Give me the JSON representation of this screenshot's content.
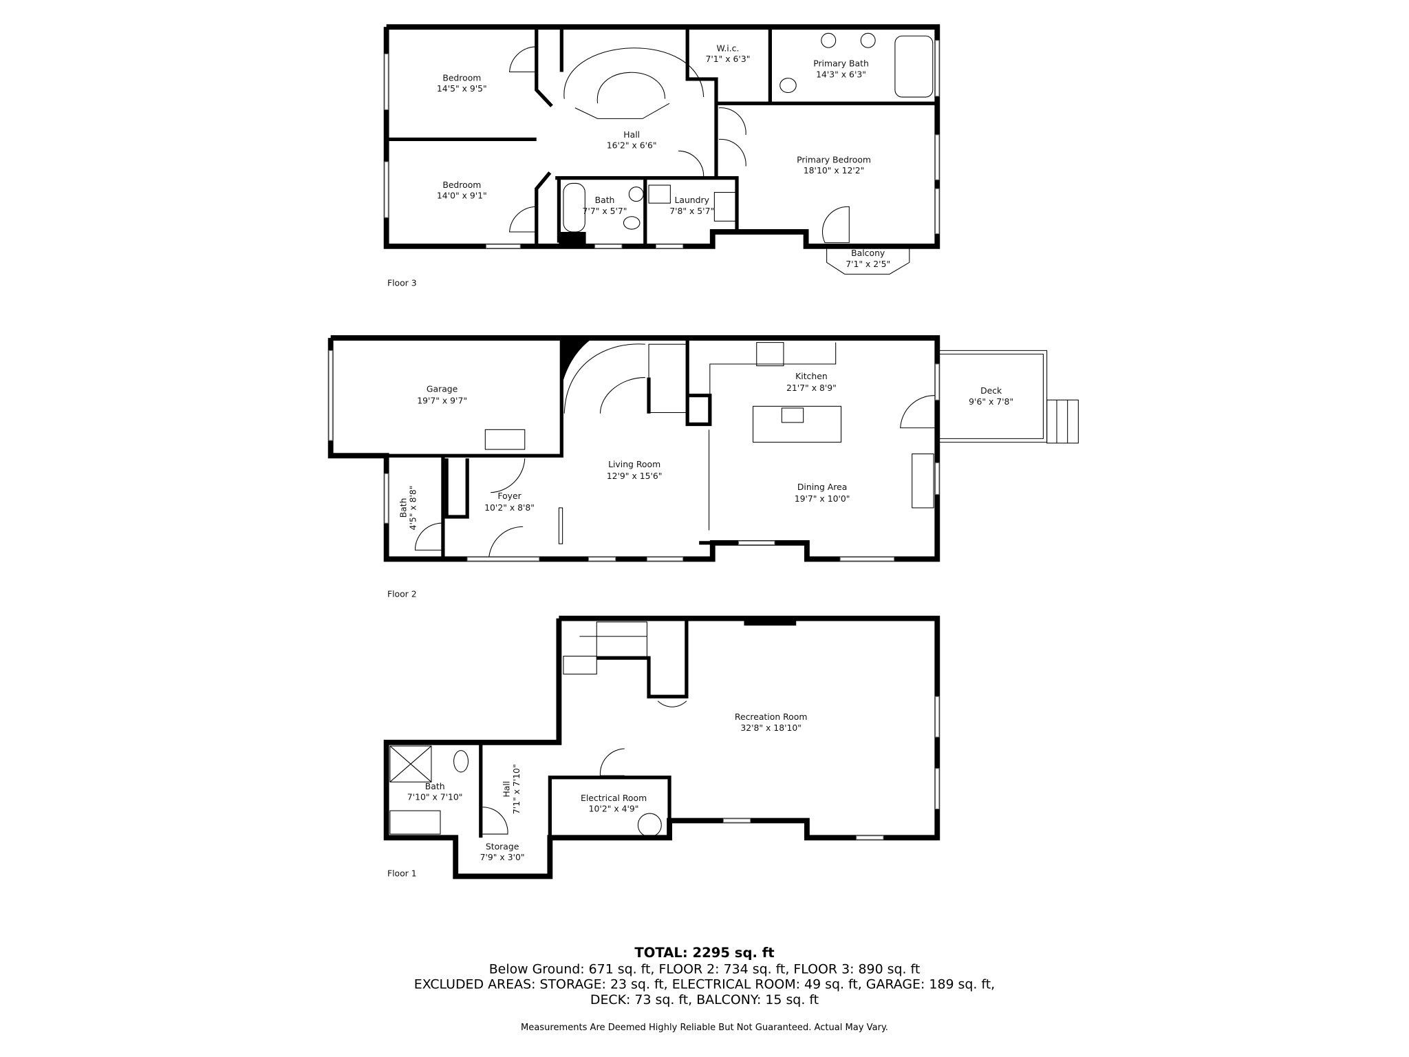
{
  "floors": {
    "floor3": {
      "label": "Floor 3",
      "rooms": [
        {
          "name": "Bedroom",
          "dims": "14'5\" x 9'5\""
        },
        {
          "name": "Bedroom",
          "dims": "14'0\" x 9'1\""
        },
        {
          "name": "Hall",
          "dims": "16'2\" x 6'6\""
        },
        {
          "name": "W.i.c.",
          "dims": "7'1\" x 6'3\""
        },
        {
          "name": "Primary Bath",
          "dims": "14'3\" x 6'3\""
        },
        {
          "name": "Primary Bedroom",
          "dims": "18'10\" x 12'2\""
        },
        {
          "name": "Bath",
          "dims": "7'7\" x 5'7\""
        },
        {
          "name": "Laundry",
          "dims": "7'8\" x 5'7\""
        },
        {
          "name": "Balcony",
          "dims": "7'1\" x 2'5\""
        }
      ]
    },
    "floor2": {
      "label": "Floor 2",
      "rooms": [
        {
          "name": "Garage",
          "dims": "19'7\" x 9'7\""
        },
        {
          "name": "Kitchen",
          "dims": "21'7\" x 8'9\""
        },
        {
          "name": "Deck",
          "dims": "9'6\" x 7'8\""
        },
        {
          "name": "Living Room",
          "dims": "12'9\" x 15'6\""
        },
        {
          "name": "Dining Area",
          "dims": "19'7\" x 10'0\""
        },
        {
          "name": "Foyer",
          "dims": "10'2\" x 8'8\""
        },
        {
          "name": "Bath",
          "dims": "4'5\" x 8'8\""
        }
      ]
    },
    "floor1": {
      "label": "Floor 1",
      "rooms": [
        {
          "name": "Recreation Room",
          "dims": "32'8\" x 18'10\""
        },
        {
          "name": "Bath",
          "dims": "7'10\" x 7'10\""
        },
        {
          "name": "Hall",
          "dims": "7'1\" x 7'10\""
        },
        {
          "name": "Electrical Room",
          "dims": "10'2\" x 4'9\""
        },
        {
          "name": "Storage",
          "dims": "7'9\" x 3'0\""
        }
      ]
    }
  },
  "summary": {
    "total": "TOTAL: 2295 sq. ft",
    "line1": "Below Ground: 671 sq. ft, FLOOR 2: 734 sq. ft, FLOOR 3: 890 sq. ft",
    "line2": "EXCLUDED AREAS: STORAGE: 23 sq. ft, ELECTRICAL ROOM: 49 sq. ft, GARAGE: 189 sq. ft,",
    "line3": "DECK: 73 sq. ft, BALCONY: 15 sq. ft",
    "disclaimer": "Measurements Are Deemed Highly Reliable But Not Guaranteed. Actual May Vary."
  }
}
